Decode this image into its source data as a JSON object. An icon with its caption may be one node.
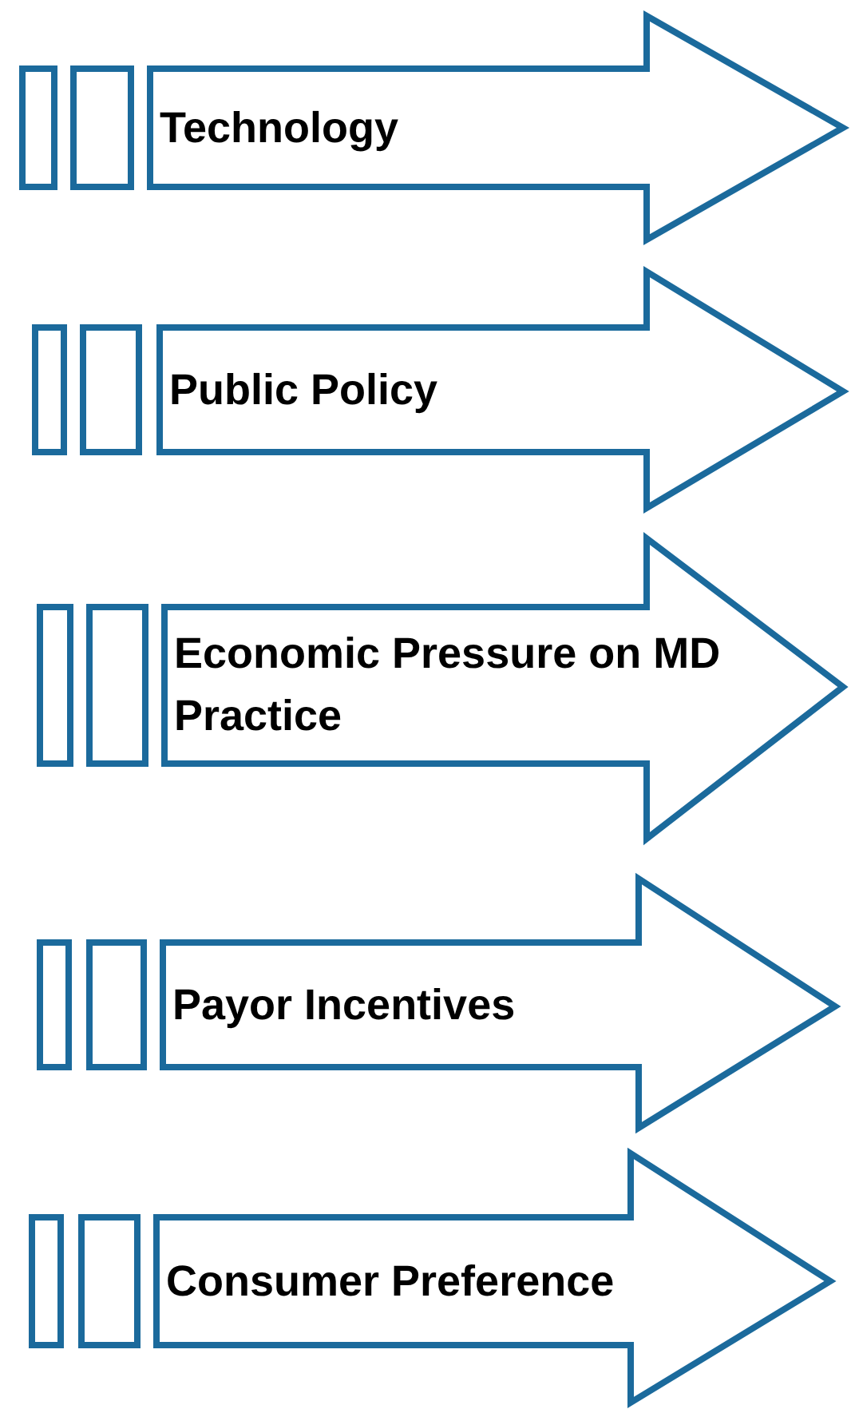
{
  "diagram": {
    "nodes": [
      {
        "text": [
          "Technology"
        ]
      },
      {
        "text": [
          "Public Policy"
        ]
      },
      {
        "text": [
          "Economic Pressure on MD Practice"
        ]
      },
      {
        "text": [
          "Payor Incentives"
        ]
      },
      {
        "text": [
          "Consumer Preference"
        ]
      }
    ]
  }
}
